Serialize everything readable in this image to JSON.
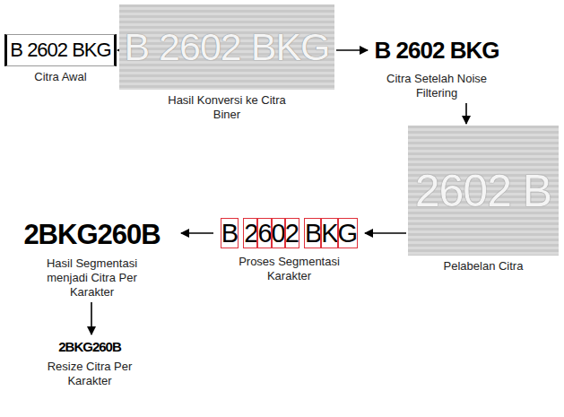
{
  "diagram": {
    "nodes": [
      {
        "text": [
          "B 2602 BKG",
          "Citra Awal"
        ]
      },
      {
        "text": [
          "B 2602 BKG",
          "Hasil Konversi ke Citra Biner"
        ]
      },
      {
        "text": [
          "B 2602 BKG",
          "Citra Setelah Noise Filtering"
        ]
      },
      {
        "text": [
          "2602 B",
          "Pelabelan Citra"
        ]
      },
      {
        "text": [
          "B 2602 BKG",
          "Proses Segmentasi Karakter"
        ]
      },
      {
        "text": [
          "2BKG260B",
          "Hasil Segmentasi menjadi Citra Per Karakter"
        ]
      },
      {
        "text": [
          "2BKG260B",
          "Resize Citra Per Karakter"
        ]
      }
    ],
    "edges": [
      {
        "from": 0,
        "to": 1,
        "arrow": "to"
      },
      {
        "from": 1,
        "to": 2,
        "arrow": "to"
      },
      {
        "from": 2,
        "to": 3,
        "arrow": "to"
      },
      {
        "from": 3,
        "to": 4,
        "arrow": "to"
      },
      {
        "from": 4,
        "to": 5,
        "arrow": "to"
      },
      {
        "from": 5,
        "to": 6,
        "arrow": "to"
      }
    ]
  }
}
